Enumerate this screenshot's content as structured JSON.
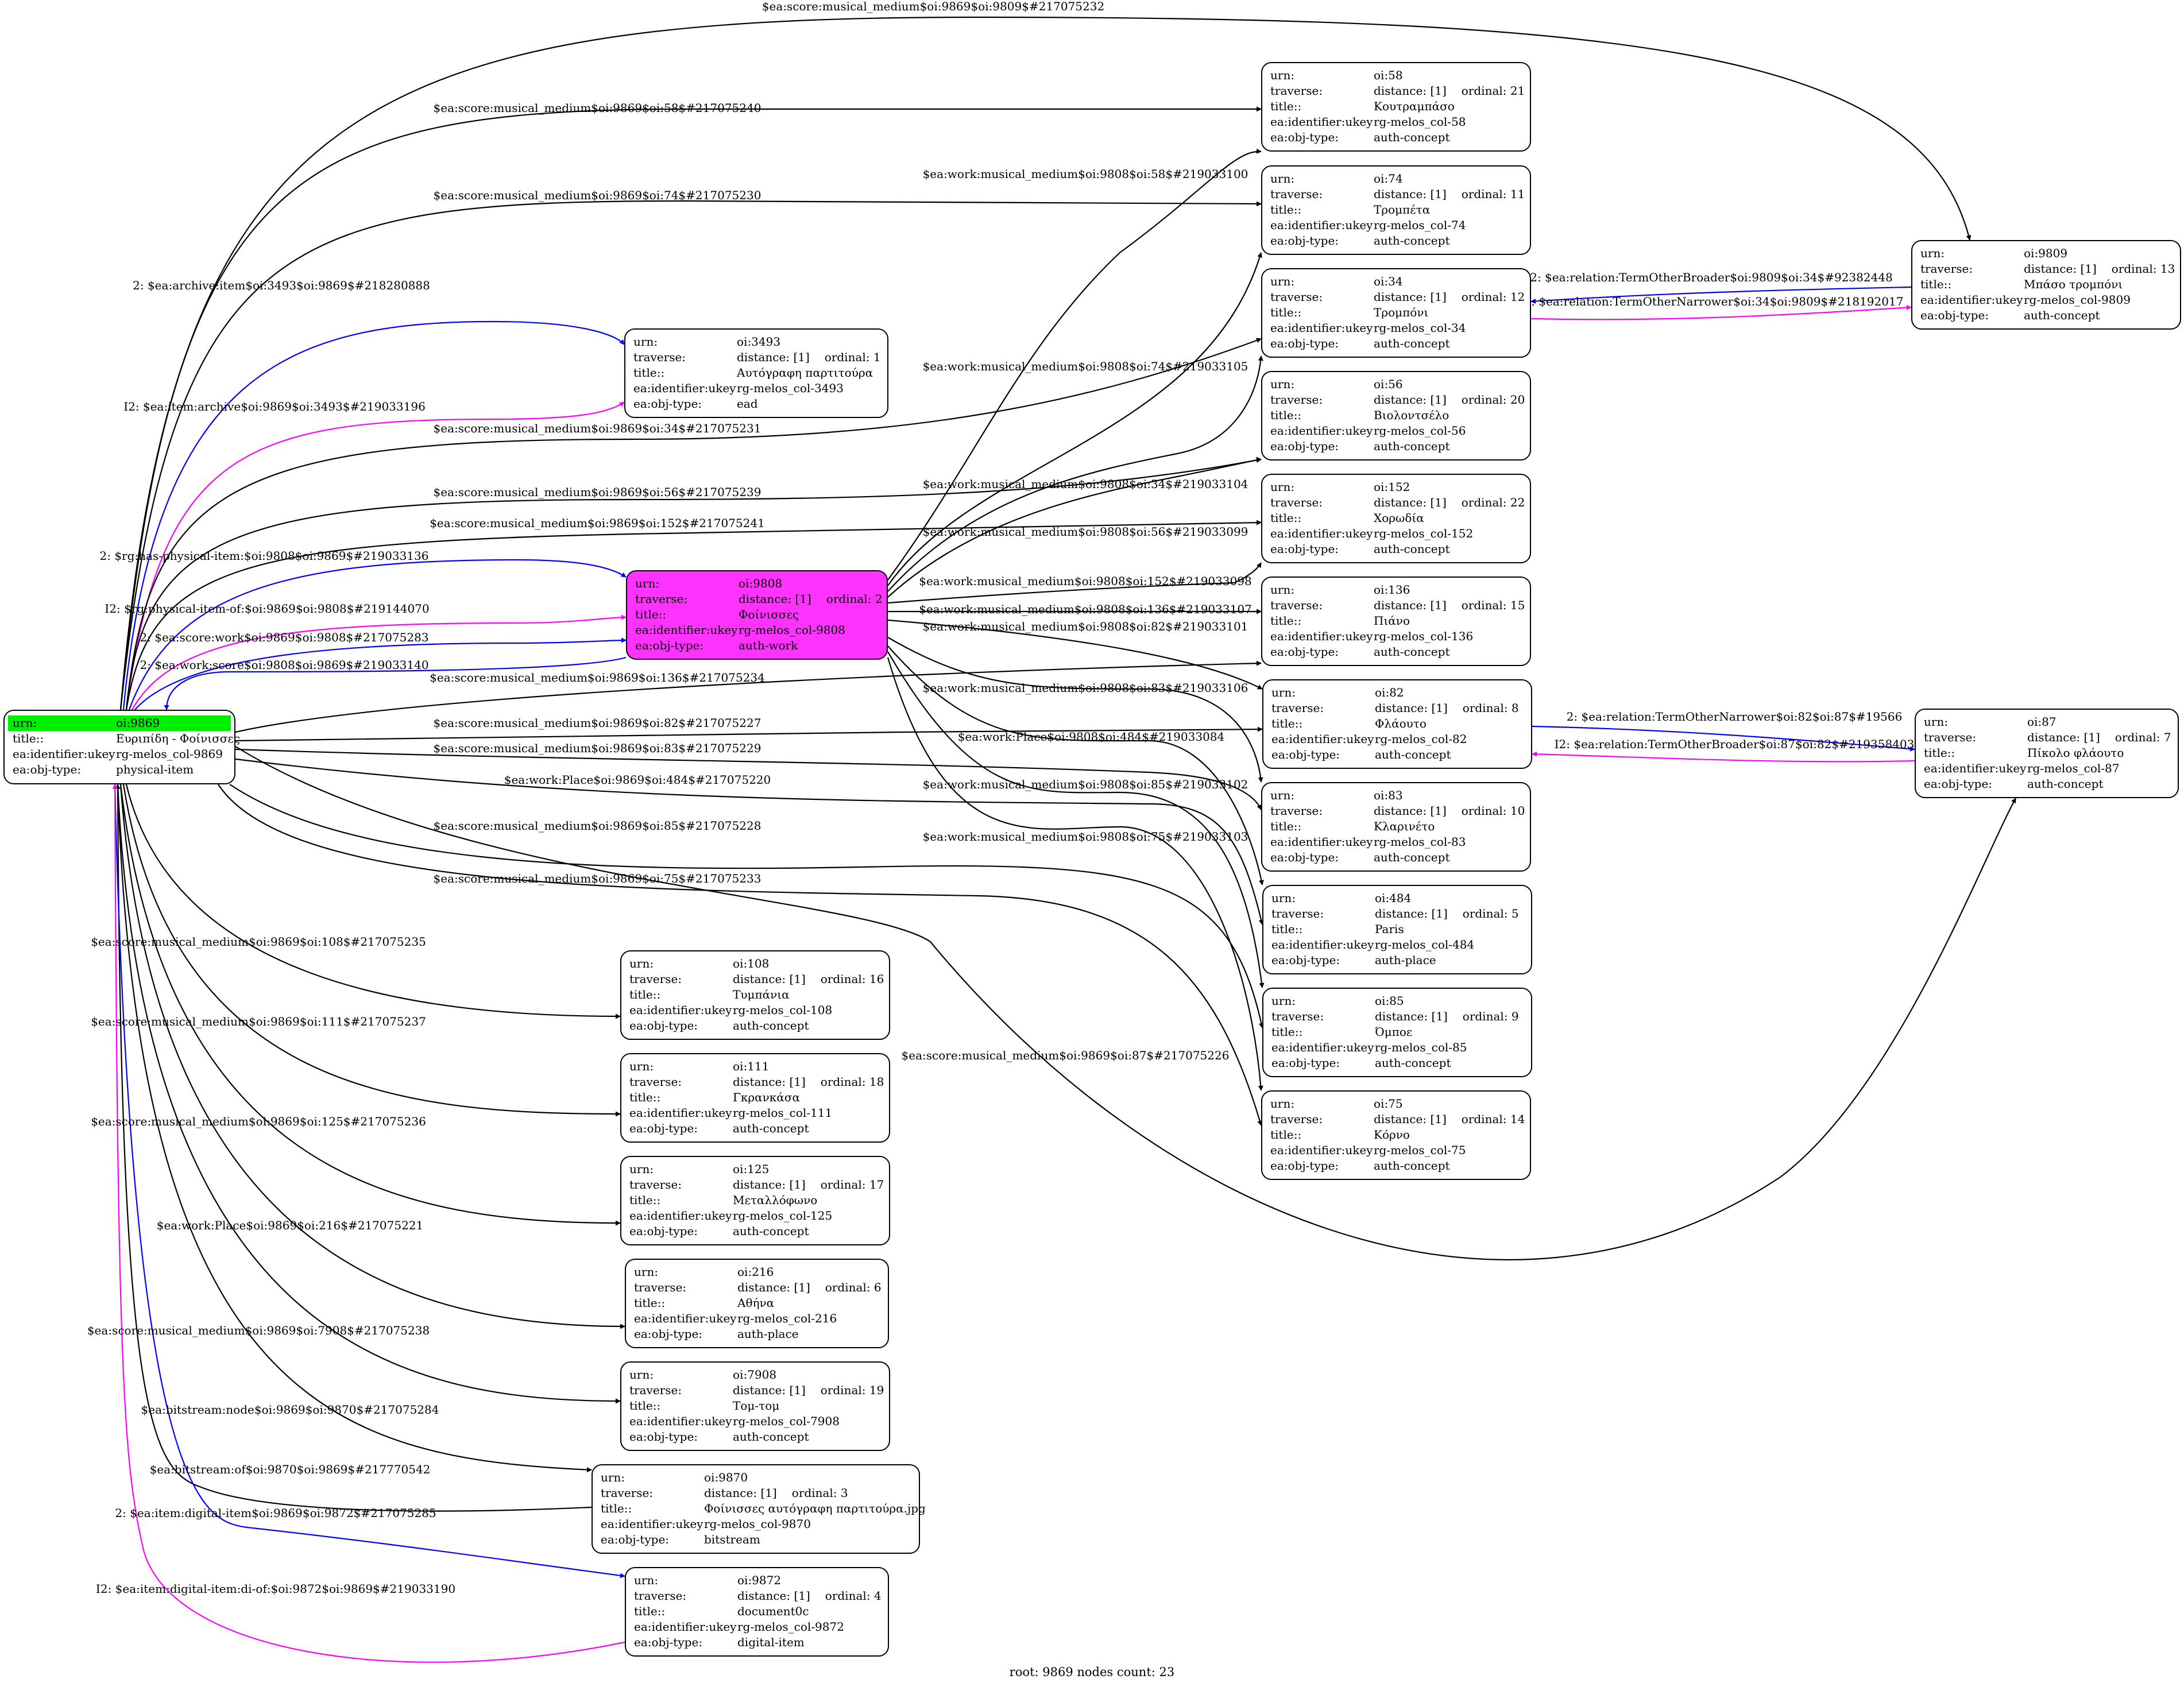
{
  "footer": "root: 9869 nodes count: 23",
  "colors": {
    "black": "#000000",
    "blue": "#0000ff",
    "magenta": "#ff00ff",
    "root_highlight": "#00ee00",
    "work_highlight": "#ff33ff"
  },
  "root": {
    "urn_key": "urn:",
    "urn": "oi:9869",
    "title_key": "title::",
    "title": "Ευριπίδη - Φοίνισσες",
    "ukey_key": "ea:identifier:ukey",
    "ukey": "rg-melos_col-9869",
    "type_key": "ea:obj-type:",
    "type": "physical-item"
  },
  "nodes": [
    {
      "id": "58",
      "urn": "oi:58",
      "distance": "distance: [1]",
      "ordinal": "ordinal: 21",
      "title": "Κουτραμπάσο",
      "ukey": "rg-melos_col-58",
      "type": "auth-concept"
    },
    {
      "id": "74",
      "urn": "oi:74",
      "distance": "distance: [1]",
      "ordinal": "ordinal: 11",
      "title": "Τρομπέτα",
      "ukey": "rg-melos_col-74",
      "type": "auth-concept"
    },
    {
      "id": "34",
      "urn": "oi:34",
      "distance": "distance: [1]",
      "ordinal": "ordinal: 12",
      "title": "Τρομπόνι",
      "ukey": "rg-melos_col-34",
      "type": "auth-concept"
    },
    {
      "id": "56",
      "urn": "oi:56",
      "distance": "distance: [1]",
      "ordinal": "ordinal: 20",
      "title": "Βιολοντσέλο",
      "ukey": "rg-melos_col-56",
      "type": "auth-concept"
    },
    {
      "id": "152",
      "urn": "oi:152",
      "distance": "distance: [1]",
      "ordinal": "ordinal: 22",
      "title": "Χορωδία",
      "ukey": "rg-melos_col-152",
      "type": "auth-concept"
    },
    {
      "id": "136",
      "urn": "oi:136",
      "distance": "distance: [1]",
      "ordinal": "ordinal: 15",
      "title": "Πιάνο",
      "ukey": "rg-melos_col-136",
      "type": "auth-concept"
    },
    {
      "id": "82",
      "urn": "oi:82",
      "distance": "distance: [1]",
      "ordinal": "ordinal: 8",
      "title": "Φλάουτο",
      "ukey": "rg-melos_col-82",
      "type": "auth-concept"
    },
    {
      "id": "83",
      "urn": "oi:83",
      "distance": "distance: [1]",
      "ordinal": "ordinal: 10",
      "title": "Κλαρινέτο",
      "ukey": "rg-melos_col-83",
      "type": "auth-concept"
    },
    {
      "id": "484",
      "urn": "oi:484",
      "distance": "distance: [1]",
      "ordinal": "ordinal: 5",
      "title": "Paris",
      "ukey": "rg-melos_col-484",
      "type": "auth-place"
    },
    {
      "id": "85",
      "urn": "oi:85",
      "distance": "distance: [1]",
      "ordinal": "ordinal: 9",
      "title": "Όμποε",
      "ukey": "rg-melos_col-85",
      "type": "auth-concept"
    },
    {
      "id": "75",
      "urn": "oi:75",
      "distance": "distance: [1]",
      "ordinal": "ordinal: 14",
      "title": "Κόρνο",
      "ukey": "rg-melos_col-75",
      "type": "auth-concept"
    },
    {
      "id": "9809",
      "urn": "oi:9809",
      "distance": "distance: [1]",
      "ordinal": "ordinal: 13",
      "title": "Μπάσο τρομπόνι",
      "ukey": "rg-melos_col-9809",
      "type": "auth-concept"
    },
    {
      "id": "87",
      "urn": "oi:87",
      "distance": "distance: [1]",
      "ordinal": "ordinal: 7",
      "title": "Πίκολο φλάουτο",
      "ukey": "rg-melos_col-87",
      "type": "auth-concept"
    },
    {
      "id": "3493",
      "urn": "oi:3493",
      "distance": "distance: [1]",
      "ordinal": "ordinal: 1",
      "title": "Αυτόγραφη παρτιτούρα",
      "ukey": "rg-melos_col-3493",
      "type": "ead"
    },
    {
      "id": "9808",
      "urn": "oi:9808",
      "distance": "distance: [1]",
      "ordinal": "ordinal: 2",
      "title": "Φοίνισσες",
      "ukey": "rg-melos_col-9808",
      "type": "auth-work"
    },
    {
      "id": "108",
      "urn": "oi:108",
      "distance": "distance: [1]",
      "ordinal": "ordinal: 16",
      "title": "Τυμπάνια",
      "ukey": "rg-melos_col-108",
      "type": "auth-concept"
    },
    {
      "id": "111",
      "urn": "oi:111",
      "distance": "distance: [1]",
      "ordinal": "ordinal: 18",
      "title": "Γκρανκάσα",
      "ukey": "rg-melos_col-111",
      "type": "auth-concept"
    },
    {
      "id": "125",
      "urn": "oi:125",
      "distance": "distance: [1]",
      "ordinal": "ordinal: 17",
      "title": "Μεταλλόφωνο",
      "ukey": "rg-melos_col-125",
      "type": "auth-concept"
    },
    {
      "id": "216",
      "urn": "oi:216",
      "distance": "distance: [1]",
      "ordinal": "ordinal: 6",
      "title": "Αθήνα",
      "ukey": "rg-melos_col-216",
      "type": "auth-place"
    },
    {
      "id": "7908",
      "urn": "oi:7908",
      "distance": "distance: [1]",
      "ordinal": "ordinal: 19",
      "title": "Τομ-τομ",
      "ukey": "rg-melos_col-7908",
      "type": "auth-concept"
    },
    {
      "id": "9870",
      "urn": "oi:9870",
      "distance": "distance: [1]",
      "ordinal": "ordinal: 3",
      "title": "Φοίνισσες αυτόγραφη παρτιτούρα.jpg",
      "ukey": "rg-melos_col-9870",
      "type": "bitstream"
    },
    {
      "id": "9872",
      "urn": "oi:9872",
      "distance": "distance: [1]",
      "ordinal": "ordinal: 4",
      "title": "document0c",
      "ukey": "rg-melos_col-9872",
      "type": "digital-item"
    }
  ],
  "node_keys": {
    "urn": "urn:",
    "traverse": "traverse:",
    "title": "title::",
    "ukey": "ea:identifier:ukey",
    "type": "ea:obj-type:"
  },
  "edges": [
    {
      "id": "e1",
      "label": "$ea:score:musical_medium$oi:9869$oi:9809$#217075232",
      "color": "black"
    },
    {
      "id": "e2",
      "label": "$ea:score:musical_medium$oi:9869$oi:58$#217075240",
      "color": "black"
    },
    {
      "id": "e3",
      "label": "$ea:score:musical_medium$oi:9869$oi:74$#217075230",
      "color": "black"
    },
    {
      "id": "e4",
      "label": "2: $ea:archive:item$oi:3493$oi:9869$#218280888",
      "color": "blue"
    },
    {
      "id": "e5",
      "label": "I2: $ea:item:archive$oi:9869$oi:3493$#219033196",
      "color": "magenta"
    },
    {
      "id": "e6",
      "label": "$ea:score:musical_medium$oi:9869$oi:34$#217075231",
      "color": "black"
    },
    {
      "id": "e7",
      "label": "$ea:score:musical_medium$oi:9869$oi:56$#217075239",
      "color": "black"
    },
    {
      "id": "e8",
      "label": "$ea:score:musical_medium$oi:9869$oi:152$#217075241",
      "color": "black"
    },
    {
      "id": "e9",
      "label": "2: $rg:has-physical-item:$oi:9808$oi:9869$#219033136",
      "color": "blue"
    },
    {
      "id": "e10",
      "label": "I2: $rg:physical-item-of:$oi:9869$oi:9808$#219144070",
      "color": "magenta"
    },
    {
      "id": "e11",
      "label": "2: $ea:score:work$oi:9869$oi:9808$#217075283",
      "color": "blue"
    },
    {
      "id": "e12",
      "label": "2: $ea:work:score$oi:9808$oi:9869$#219033140",
      "color": "blue"
    },
    {
      "id": "e13",
      "label": "$ea:score:musical_medium$oi:9869$oi:136$#217075234",
      "color": "black"
    },
    {
      "id": "e14",
      "label": "$ea:score:musical_medium$oi:9869$oi:82$#217075227",
      "color": "black"
    },
    {
      "id": "e15",
      "label": "$ea:score:musical_medium$oi:9869$oi:83$#217075229",
      "color": "black"
    },
    {
      "id": "e16",
      "label": "$ea:work:Place$oi:9869$oi:484$#217075220",
      "color": "black"
    },
    {
      "id": "e17",
      "label": "$ea:score:musical_medium$oi:9869$oi:85$#217075228",
      "color": "black"
    },
    {
      "id": "e18",
      "label": "$ea:score:musical_medium$oi:9869$oi:75$#217075233",
      "color": "black"
    },
    {
      "id": "e19",
      "label": "$ea:score:musical_medium$oi:9869$oi:108$#217075235",
      "color": "black"
    },
    {
      "id": "e20",
      "label": "$ea:score:musical_medium$oi:9869$oi:111$#217075237",
      "color": "black"
    },
    {
      "id": "e21",
      "label": "$ea:score:musical_medium$oi:9869$oi:125$#217075236",
      "color": "black"
    },
    {
      "id": "e22",
      "label": "$ea:work:Place$oi:9869$oi:216$#217075221",
      "color": "black"
    },
    {
      "id": "e23",
      "label": "$ea:score:musical_medium$oi:9869$oi:7908$#217075238",
      "color": "black"
    },
    {
      "id": "e24",
      "label": "$ea:bitstream:node$oi:9869$oi:9870$#217075284",
      "color": "black"
    },
    {
      "id": "e25",
      "label": "$ea:bitstream:of$oi:9870$oi:9869$#217770542",
      "color": "black"
    },
    {
      "id": "e26",
      "label": "2: $ea:item:digital-item$oi:9869$oi:9872$#217075285",
      "color": "blue"
    },
    {
      "id": "e27",
      "label": "I2: $ea:item:digital-item:di-of:$oi:9872$oi:9869$#219033190",
      "color": "magenta"
    },
    {
      "id": "e28",
      "label": "$ea:score:musical_medium$oi:9869$oi:87$#217075226",
      "color": "black"
    },
    {
      "id": "w1",
      "label": "$ea:work:musical_medium$oi:9808$oi:58$#219033100",
      "color": "black"
    },
    {
      "id": "w2",
      "label": "$ea:work:musical_medium$oi:9808$oi:74$#219033105",
      "color": "black"
    },
    {
      "id": "w3",
      "label": "$ea:work:musical_medium$oi:9808$oi:34$#219033104",
      "color": "black"
    },
    {
      "id": "w4",
      "label": "$ea:work:musical_medium$oi:9808$oi:56$#219033099",
      "color": "black"
    },
    {
      "id": "w5",
      "label": "$ea:work:musical_medium$oi:9808$oi:152$#219033098",
      "color": "black"
    },
    {
      "id": "w6",
      "label": "$ea:work:musical_medium$oi:9808$oi:136$#219033107",
      "color": "black"
    },
    {
      "id": "w7",
      "label": "$ea:work:musical_medium$oi:9808$oi:82$#219033101",
      "color": "black"
    },
    {
      "id": "w8",
      "label": "$ea:work:musical_medium$oi:9808$oi:83$#219033106",
      "color": "black"
    },
    {
      "id": "w9",
      "label": "$ea:work:Place$oi:9808$oi:484$#219033084",
      "color": "black"
    },
    {
      "id": "w10",
      "label": "$ea:work:musical_medium$oi:9808$oi:85$#219033102",
      "color": "black"
    },
    {
      "id": "w11",
      "label": "$ea:work:musical_medium$oi:9808$oi:75$#219033103",
      "color": "black"
    },
    {
      "id": "r1",
      "label": "2: $ea:relation:TermOtherBroader$oi:9809$oi:34$#92382448",
      "color": "blue"
    },
    {
      "id": "r2",
      "label": "I2: $ea:relation:TermOtherNarrower$oi:34$oi:9809$#218192017",
      "color": "magenta"
    },
    {
      "id": "r3",
      "label": "2: $ea:relation:TermOtherNarrower$oi:82$oi:87$#19566",
      "color": "blue"
    },
    {
      "id": "r4",
      "label": "I2: $ea:relation:TermOtherBroader$oi:87$oi:82$#219358403",
      "color": "magenta"
    }
  ]
}
